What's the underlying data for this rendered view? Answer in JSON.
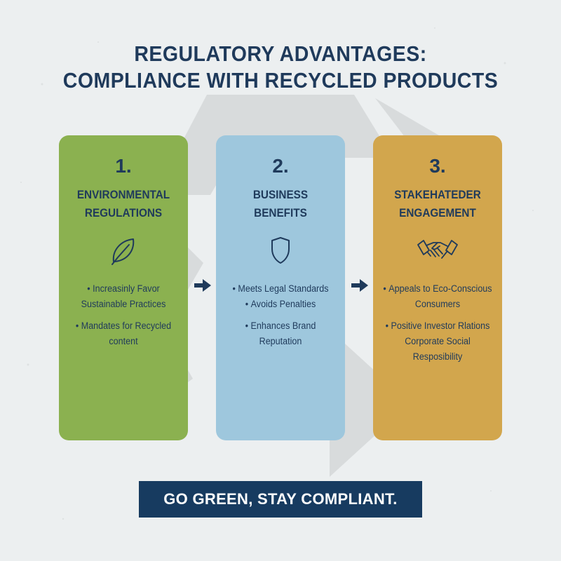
{
  "title": {
    "line1": "REGULATORY ADVANTAGES:",
    "line2": "COMPLIANCE WITH RECYCLED PRODUCTS"
  },
  "cards": [
    {
      "number": "1.",
      "heading_line1": "ENVIRONMENTAL",
      "heading_line2": "REGULATIONS",
      "icon": "leaf-icon",
      "color": "#8bb150",
      "bullets": [
        "Increasinly Favor Sustainable Practices",
        "Mandates for Recycled content"
      ]
    },
    {
      "number": "2.",
      "heading_line1": "BUSINESS",
      "heading_line2": "BENEFITS",
      "icon": "shield-icon",
      "color": "#9ec7dd",
      "bullets": [
        "Meets Legal Standards",
        "Avoids Penalties",
        "Enhances Brand Reputation"
      ]
    },
    {
      "number": "3.",
      "heading_line1": "STAKEHATEDER",
      "heading_line2": "ENGAGEMENT",
      "icon": "handshake-icon",
      "color": "#d2a64d",
      "bullets": [
        "Appeals to Eco-Conscious Consumers",
        "Positive Investor Rlations Corporate Social Resposibility"
      ]
    }
  ],
  "tagline": "GO GREEN, STAY COMPLIANT.",
  "colors": {
    "background": "#eceff0",
    "text": "#1f3a5b",
    "banner": "#173b60",
    "watermark": "#d7dadb"
  },
  "background_symbol": "recycle-symbol-icon"
}
